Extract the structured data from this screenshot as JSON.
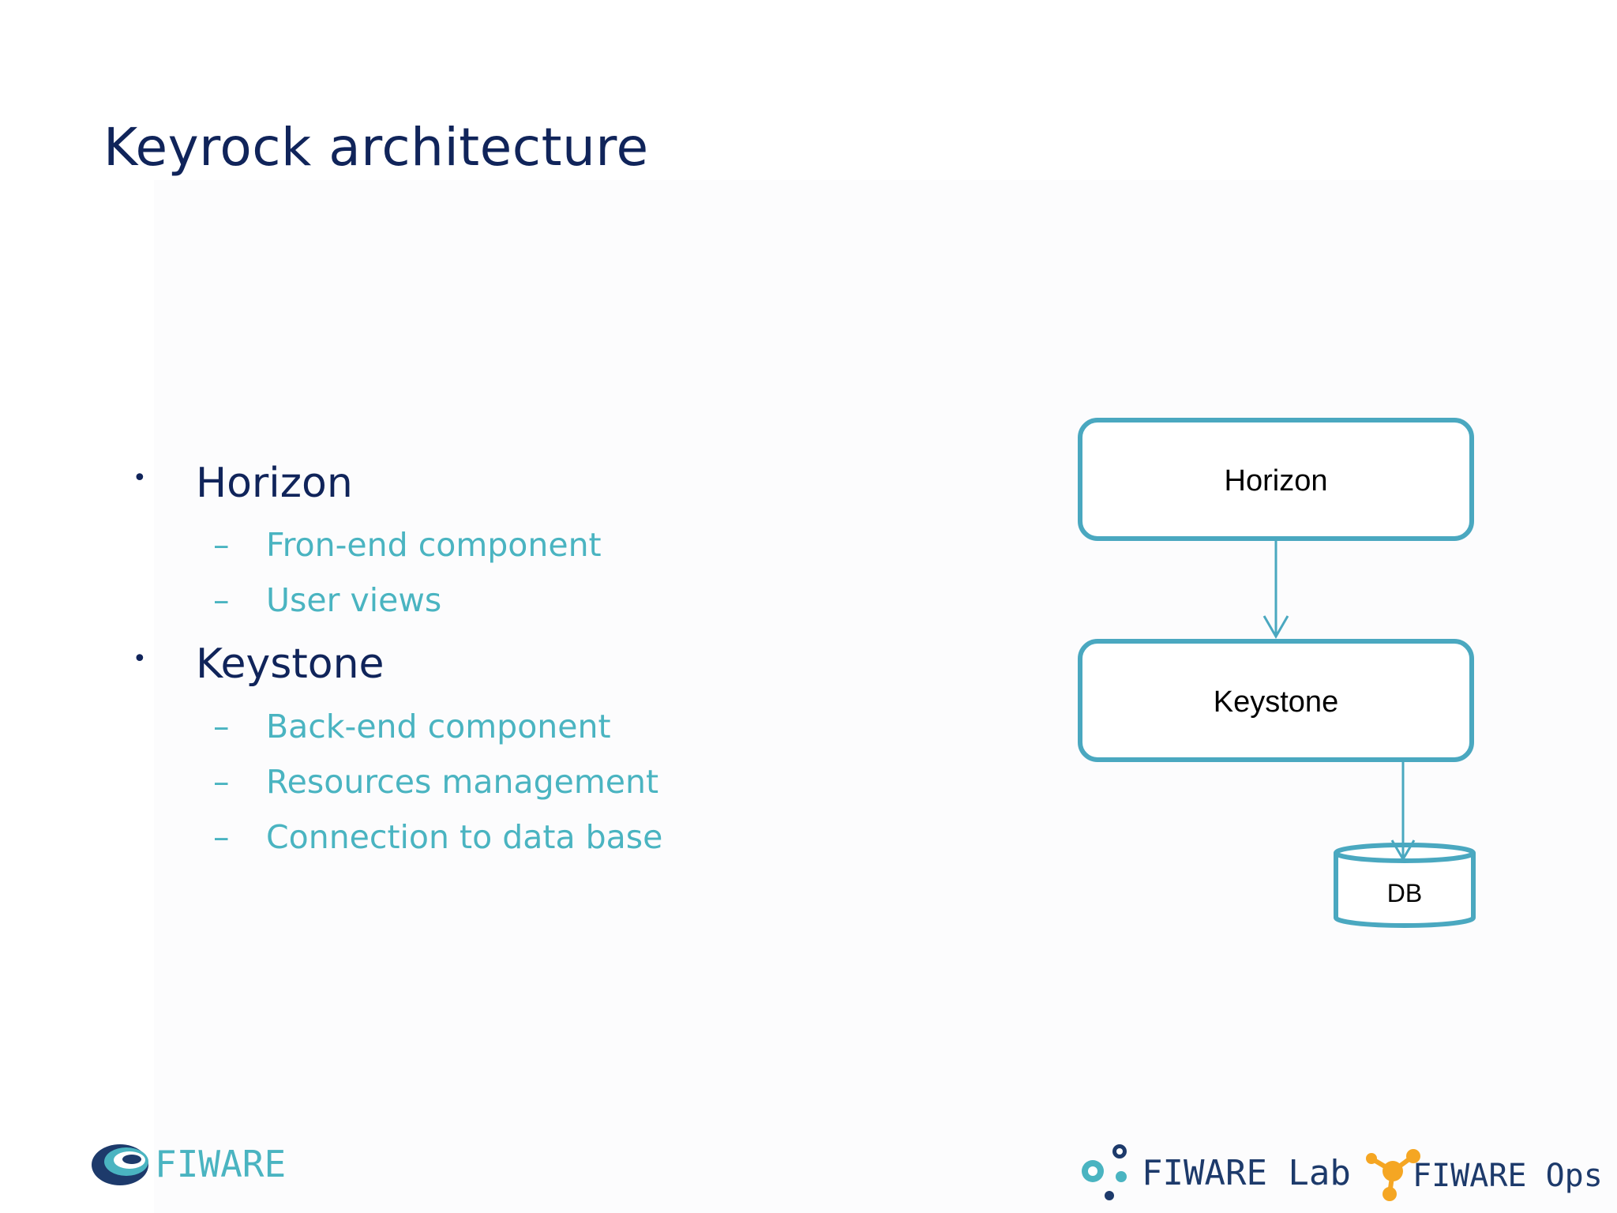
{
  "slide": {
    "title": "Keyrock architecture"
  },
  "bullets": [
    {
      "marker": "•",
      "label": "Horizon",
      "subitems": [
        {
          "marker": "–",
          "label": "Fron-end component"
        },
        {
          "marker": "–",
          "label": "User views"
        }
      ]
    },
    {
      "marker": "•",
      "label": "Keystone",
      "subitems": [
        {
          "marker": "–",
          "label": "Back-end component"
        },
        {
          "marker": "–",
          "label": "Resources management"
        },
        {
          "marker": "–",
          "label": "Connection to data base"
        }
      ]
    }
  ],
  "diagram": {
    "nodes": {
      "horizon": "Horizon",
      "keystone": "Keystone",
      "db": "DB"
    },
    "edges": [
      {
        "from": "horizon",
        "to": "keystone"
      },
      {
        "from": "keystone",
        "to": "db"
      }
    ],
    "colors": {
      "stroke": "#4aa8c0",
      "text": "#000000"
    }
  },
  "footer": {
    "logo_left": "FIWARE",
    "logo_lab": "FIWARE Lab",
    "logo_ops": "FIWARE Ops",
    "colors": {
      "navy": "#1d3a6b",
      "teal": "#4ab4c1",
      "orange": "#f5a623"
    }
  }
}
